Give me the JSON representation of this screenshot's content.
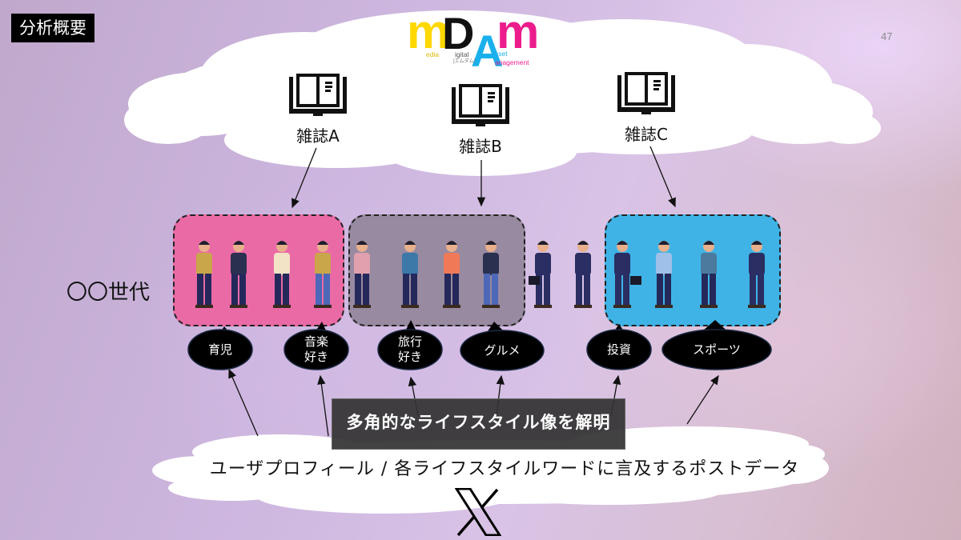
{
  "header": {
    "section_label": "分析概要",
    "page_number": "47"
  },
  "logo": {
    "letters": [
      "m",
      "D",
      "A",
      "m"
    ],
    "subwords": [
      "edia",
      "igital",
      "sset",
      "anagement"
    ],
    "subnote": "[エムダム]",
    "colors": {
      "m1": "#ffd800",
      "d": "#111111",
      "a": "#1ab0ec",
      "m2": "#ec1c8c"
    }
  },
  "magazines": [
    {
      "label": "雑誌A",
      "icon": "open-book-icon"
    },
    {
      "label": "雑誌B",
      "icon": "open-book-icon"
    },
    {
      "label": "雑誌C",
      "icon": "open-book-icon"
    }
  ],
  "generation_label": "〇〇世代",
  "groups": [
    {
      "name": "group-a",
      "color": "#ea6aa6",
      "linked_magazine": "雑誌A"
    },
    {
      "name": "group-b",
      "color": "#988aa0",
      "linked_magazine": "雑誌B"
    },
    {
      "name": "group-c",
      "color": "#3fb3e6",
      "linked_magazine": "雑誌C"
    }
  ],
  "lifestyle_tags": [
    {
      "label": "育児"
    },
    {
      "label": "音楽\n好き",
      "lines": [
        "音楽",
        "好き"
      ]
    },
    {
      "label": "旅行\n好き",
      "lines": [
        "旅行",
        "好き"
      ]
    },
    {
      "label": "グルメ"
    },
    {
      "label": "投資"
    },
    {
      "label": "スポーツ"
    }
  ],
  "result_banner": "多角的なライフスタイル像を解明",
  "data_source": {
    "description": "ユーザプロフィール / 各ライフスタイルワードに言及するポストデータ",
    "platform_icon": "x-logo-icon"
  },
  "colors": {
    "bubble_fill": "#000000",
    "cloud_fill": "#ffffff",
    "banner_bg": "#323232"
  }
}
